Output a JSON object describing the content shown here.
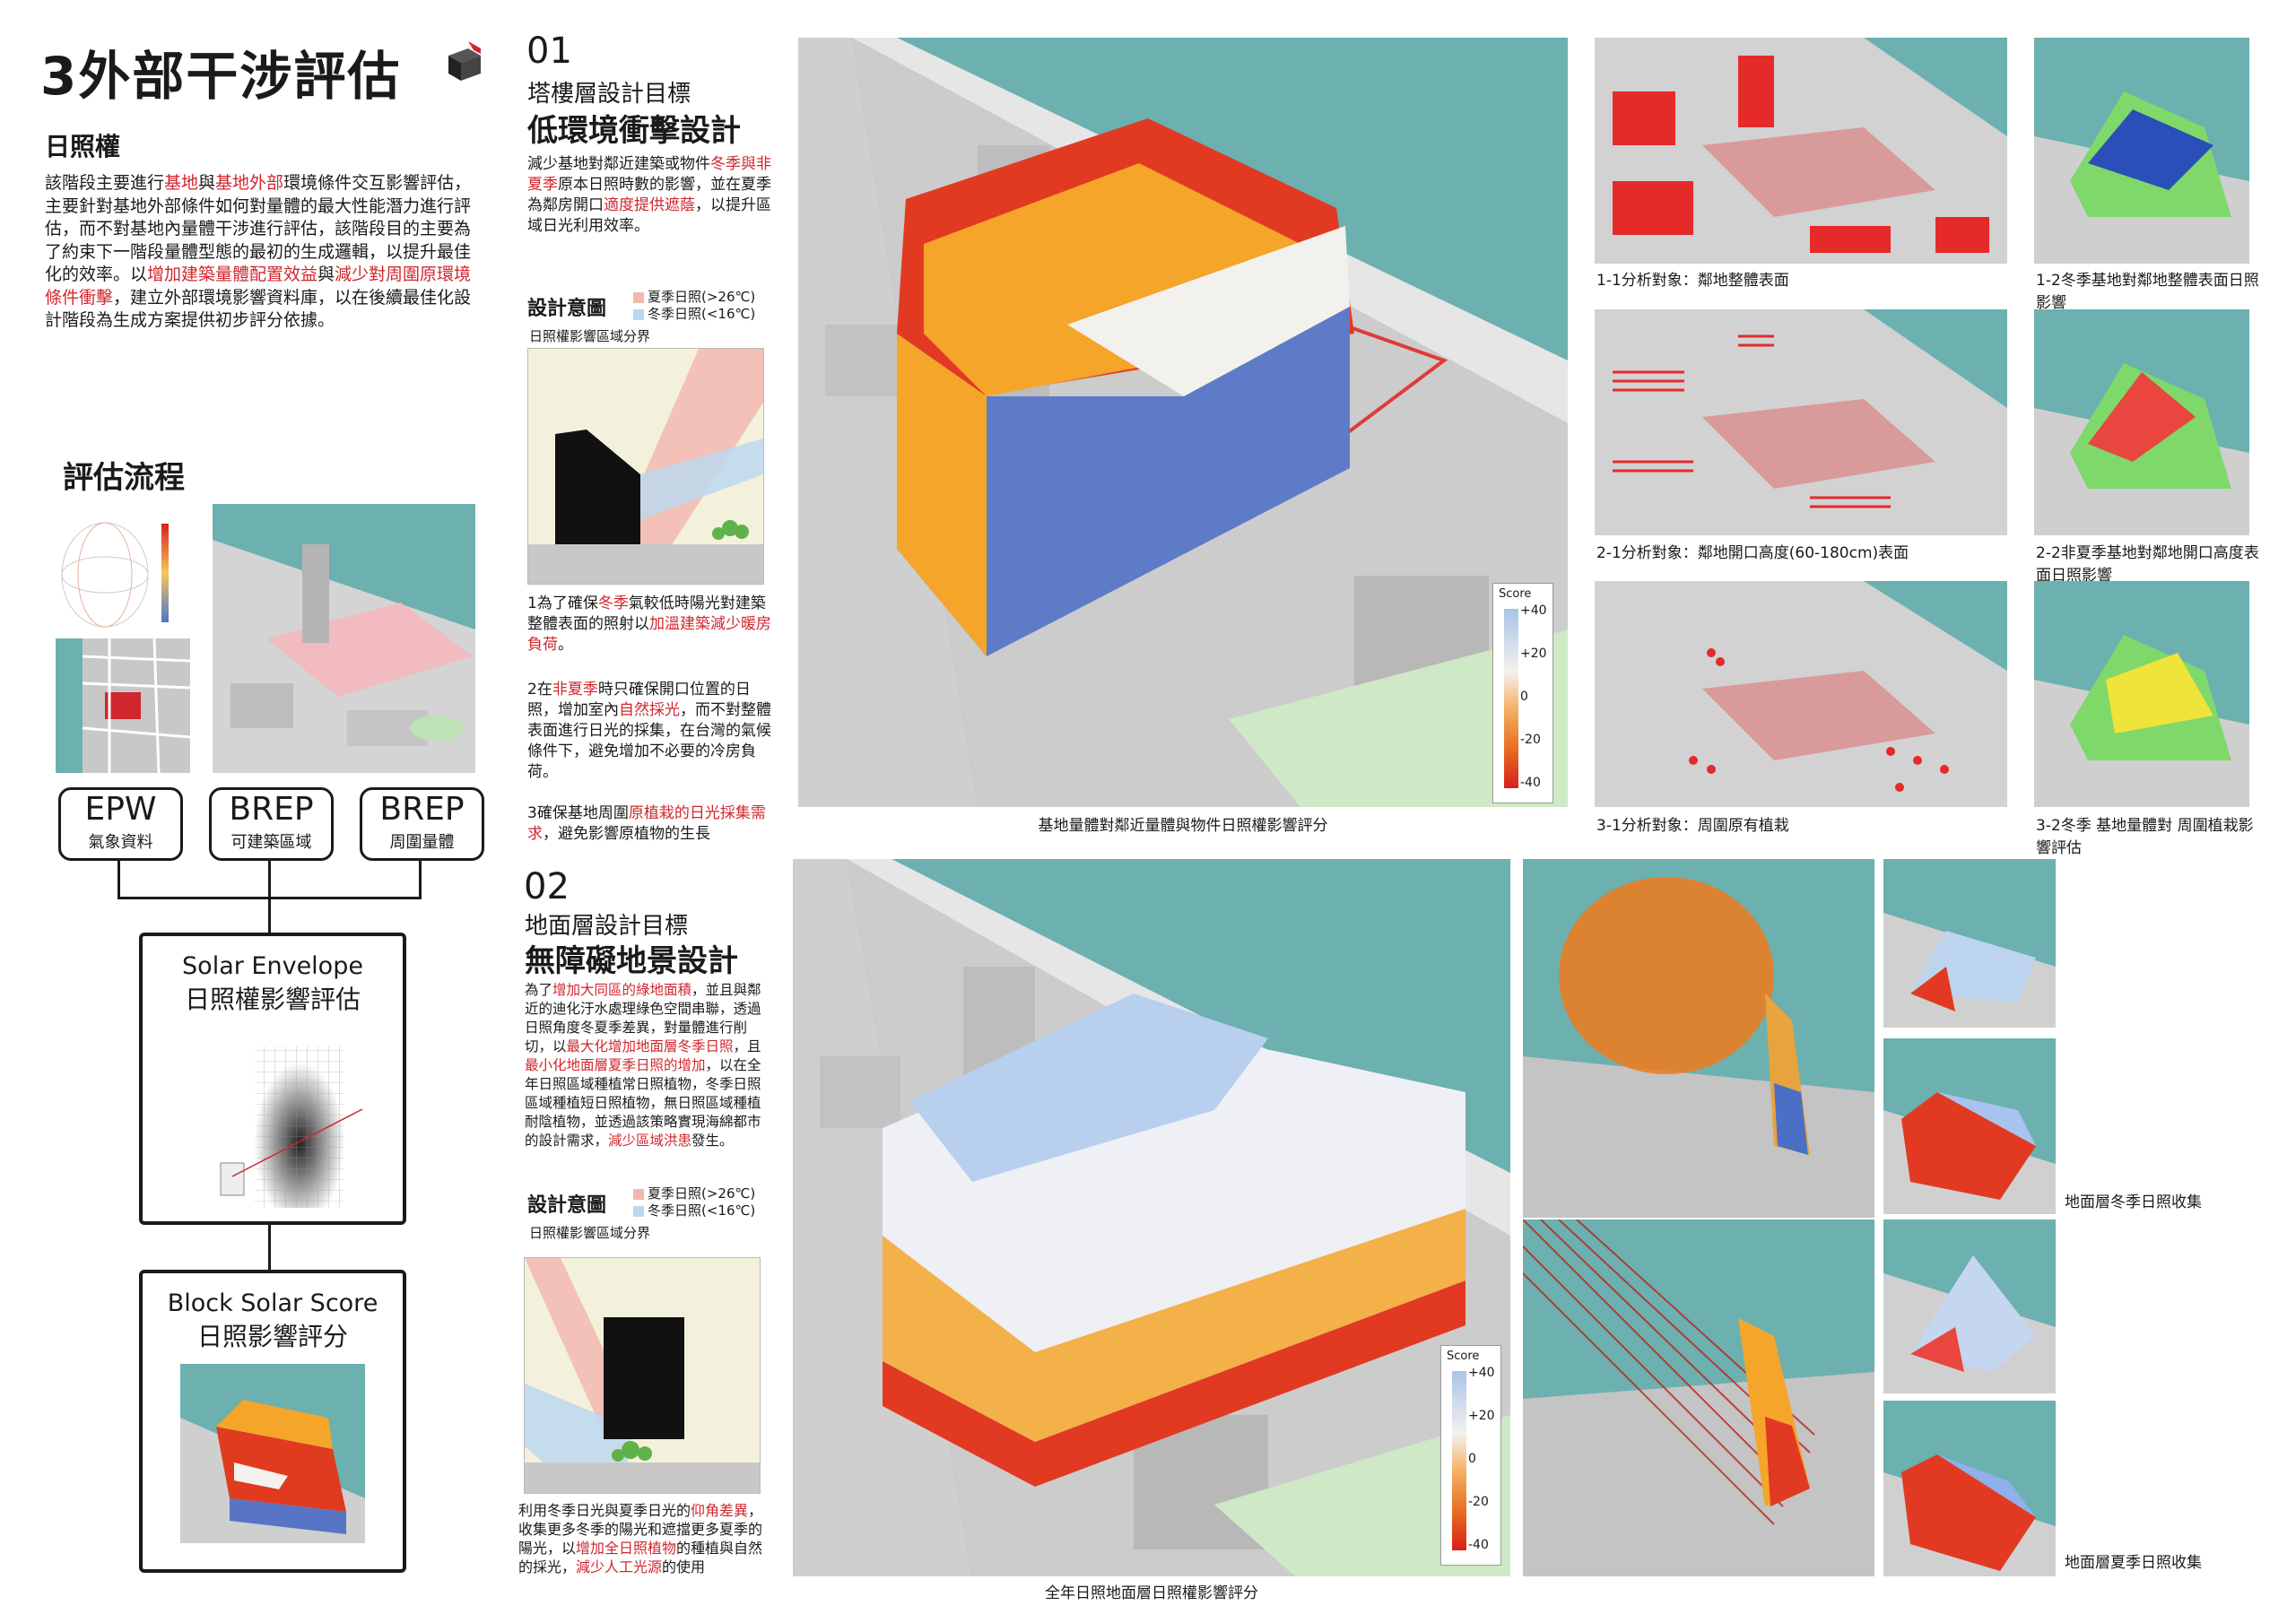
{
  "header": {
    "title": "3外部干涉評估",
    "subtitle": "日照權"
  },
  "intro": {
    "p1": "該階段主要進行",
    "k1": "基地",
    "p2": "與",
    "k2": "基地外部",
    "p3": "環境條件交互影響評估，主要針對基地外部條件如何對量體的最大性能潛力進行評估，而不對基地內量體干涉進行評估，該階段目的主要為了約束下一階段量體型態的最初的生成邏輯，以提升最佳化的效率。以",
    "k3": "增加建築量體配置效益",
    "p4": "與",
    "k4": "減少對周圍原環境條件衝擊",
    "p5": "，建立外部環境影響資料庫，以在後續最佳化設計階段為生成方案提供初步評分依據。"
  },
  "process": {
    "heading": "評估流程",
    "inputs": [
      {
        "big": "EPW",
        "small": "氣象資料"
      },
      {
        "big": "BREP",
        "small": "可建築區域"
      },
      {
        "big": "BREP",
        "small": "周圍量體"
      }
    ],
    "step1": {
      "en": "Solar Envelope",
      "zh": "日照權影響評估"
    },
    "step2": {
      "en": "Block Solar Score",
      "zh": "日照影響評分"
    }
  },
  "section1": {
    "num": "01",
    "goal_small": "塔樓層設計目標",
    "goal_big": "低環境衝擊設計",
    "d1": "減少基地對鄰近建築或物件",
    "d1h": "冬季與非夏季",
    "d2": "原本日照時數的影響，並在夏季為鄰房開口",
    "d2h": "適度提供遮蔭",
    "d3": "，以提升區域日光利用效率。",
    "intent": "設計意圖",
    "legend_summer": "夏季日照(>26℃)",
    "legend_winter": "冬季日照(<16℃)",
    "diagram_label": "日照權影響區域分界",
    "n1a": "1為了確保",
    "n1h": "冬季",
    "n1b": "氣較低時陽光對建築整體表面的照射以",
    "n1h2": "加溫建築減少暖房負荷",
    "n1c": "。",
    "n2a": "2在",
    "n2h": "非夏季",
    "n2b": "時只確保開口位置的日照，增加室內",
    "n2h2": "自然採光",
    "n2c": "，而不對整體表面進行日光的採集，在台灣的氣候條件下，避免增加不必要的冷房負荷。",
    "n3a": "3確保基地周圍",
    "n3h": "原植栽的日光採集需求",
    "n3b": "，避免影響原植物的生長",
    "main_caption": "基地量體對鄰近量體與物件日照權影響評分",
    "scale": {
      "title": "Score",
      "ticks": [
        "+40",
        "+20",
        "0",
        "-20",
        "-40"
      ]
    },
    "analysis": [
      "1-1分析對象：鄰地整體表面",
      "1-2冬季基地對鄰地整體表面日照影響",
      "2-1分析對象：鄰地開口高度(60-180cm)表面",
      "2-2非夏季基地對鄰地開口高度表面日照影響",
      "3-1分析對象：周圍原有植栽",
      "3-2冬季 基地量體對 周圍植栽影響評估"
    ]
  },
  "section2": {
    "num": "02",
    "goal_small": "地面層設計目標",
    "goal_big": "無障礙地景設計",
    "d1": "為了",
    "d1h": "增加大同區的綠地面積",
    "d2": "，並且與鄰近的迪化汙水處理綠色空間串聯，透過日照角度冬夏季差異，對量體進行削切，以",
    "d2h": "最大化增加地面層冬季日照",
    "d3": "，且",
    "d3h": "最小化地面層夏季日照的增加",
    "d4": "，以在全年日照區域種植常日照植物，冬季日照區域種植短日照植物，無日照區域種植耐陰植物，並透過該策略實現海綿都市的設計需求，",
    "d4h": "減少區域洪患",
    "d5": "發生。",
    "intent": "設計意圖",
    "legend_summer": "夏季日照(>26℃)",
    "legend_winter": "冬季日照(<16℃)",
    "diagram_label": "日照權影響區域分界",
    "n1a": "利用冬季日光與夏季日光的",
    "n1h": "仰角差異",
    "n1b": "，收集更多冬季的陽光和遮擋更多夏季的陽光，以",
    "n1h2": "增加全日照植物",
    "n1c": "的種植與自然的採光，",
    "n1h3": "減少人工光源",
    "n1d": "的使用",
    "main_caption": "全年日照地面層日照權影響評分",
    "scale": {
      "title": "Score",
      "ticks": [
        "+40",
        "+20",
        "0",
        "-20",
        "-40"
      ]
    },
    "winter_caption": "地面層冬季日照收集",
    "summer_caption": "地面層夏季日照收集"
  },
  "colors": {
    "accent": "#d0262d",
    "water": "#6cb0b0",
    "summer": "#f2b8b0",
    "winter": "#bcd8ee"
  }
}
